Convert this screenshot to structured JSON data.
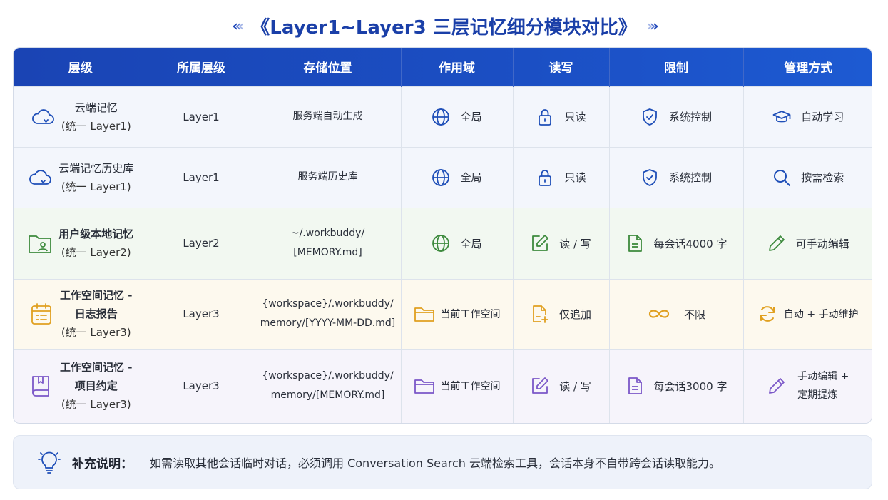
{
  "title": "《Layer1~Layer3 三层记忆细分模块对比》",
  "colors": {
    "primary": "#1b4fc4",
    "cloud_blue": "#1f4fb8",
    "green": "#3d8a3d",
    "orange": "#e0a020",
    "purple": "#7b57c8"
  },
  "table": {
    "headers": [
      "层级",
      "所属层级",
      "存储位置",
      "作用域",
      "读写",
      "限制",
      "管理方式"
    ],
    "rows": [
      {
        "level_icon": "cloud-icon",
        "level_name": "云端记忆",
        "level_sub": "(统一 Layer1)",
        "layer": "Layer1",
        "storage": [
          "服务端自动生成"
        ],
        "scope": {
          "icon": "globe-icon",
          "text": "全局"
        },
        "rw": {
          "icon": "lock-icon",
          "text": "只读"
        },
        "limit": {
          "icon": "shield-check-icon",
          "text": "系统控制"
        },
        "manage": {
          "icon": "graduation-cap-icon",
          "text": "自动学习"
        }
      },
      {
        "level_icon": "cloud-icon",
        "level_name": "云端记忆历史库",
        "level_sub": "(统一 Layer1)",
        "layer": "Layer1",
        "storage": [
          "服务端历史库"
        ],
        "scope": {
          "icon": "globe-icon",
          "text": "全局"
        },
        "rw": {
          "icon": "lock-icon",
          "text": "只读"
        },
        "limit": {
          "icon": "shield-check-icon",
          "text": "系统控制"
        },
        "manage": {
          "icon": "search-icon",
          "text": "按需检索"
        }
      },
      {
        "level_icon": "user-folder-icon",
        "level_name": "用户级本地记忆",
        "level_sub": "(统一 Layer2)",
        "layer": "Layer2",
        "storage": [
          "~/.workbuddy/",
          "[MEMORY.md]"
        ],
        "scope": {
          "icon": "globe-icon",
          "text": "全局"
        },
        "rw": {
          "icon": "edit-icon",
          "text": "读 / 写"
        },
        "limit": {
          "icon": "document-icon",
          "text": "每会话4000 字"
        },
        "manage": {
          "icon": "pencil-icon",
          "text": "可手动编辑"
        }
      },
      {
        "level_icon": "calendar-icon",
        "level_name": "工作空间记忆 - 日志报告",
        "level_name_lines": [
          "工作空间记忆 -",
          "日志报告"
        ],
        "level_sub": "(统一 Layer3)",
        "layer": "Layer3",
        "storage": [
          "{workspace}/.workbuddy/",
          "memory/[YYYY-MM-DD.md]"
        ],
        "scope": {
          "icon": "folder-icon",
          "text": "当前工作空间"
        },
        "rw": {
          "icon": "file-plus-icon",
          "text": "仅追加"
        },
        "limit": {
          "icon": "infinity-icon",
          "text": "不限"
        },
        "manage": {
          "icon": "refresh-icon",
          "text": "自动 + 手动维护"
        }
      },
      {
        "level_icon": "book-icon",
        "level_name": "工作空间记忆 - 项目约定",
        "level_name_lines": [
          "工作空间记忆 -",
          "项目约定"
        ],
        "level_sub": "(统一 Layer3)",
        "layer": "Layer3",
        "storage": [
          "{workspace}/.workbuddy/",
          "memory/[MEMORY.md]"
        ],
        "scope": {
          "icon": "folder-icon",
          "text": "当前工作空间"
        },
        "rw": {
          "icon": "edit-icon",
          "text": "读 / 写"
        },
        "limit": {
          "icon": "document-icon",
          "text": "每会话3000 字"
        },
        "manage": {
          "icon": "pencil-icon",
          "text": "手动编辑 + 定期提炼",
          "lines": [
            "手动编辑 +",
            "定期提炼"
          ]
        }
      }
    ]
  },
  "note": {
    "icon": "lightbulb-icon",
    "label": "补充说明：",
    "text": "如需读取其他会话临时对话，必须调用 Conversation Search 云端检索工具，会话本身不自带跨会话读取能力。"
  }
}
